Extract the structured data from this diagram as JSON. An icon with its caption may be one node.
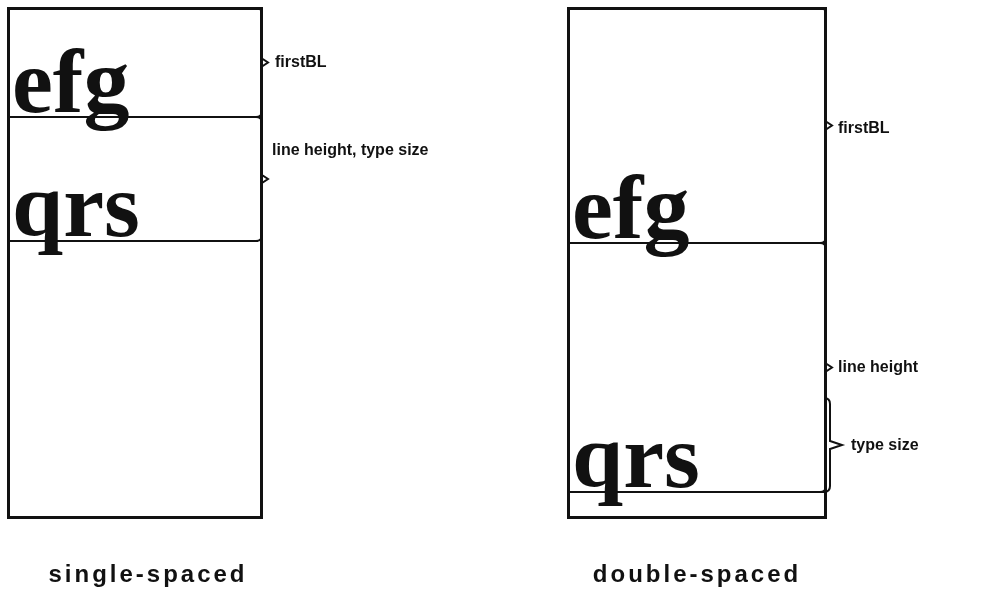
{
  "diagram": {
    "labels": [
      "efg",
      "qrs",
      "firstBL",
      "line height, type size",
      "single-spaced",
      "efg",
      "qrs",
      "firstBL",
      "line height",
      "type size",
      "double-spaced"
    ]
  }
}
